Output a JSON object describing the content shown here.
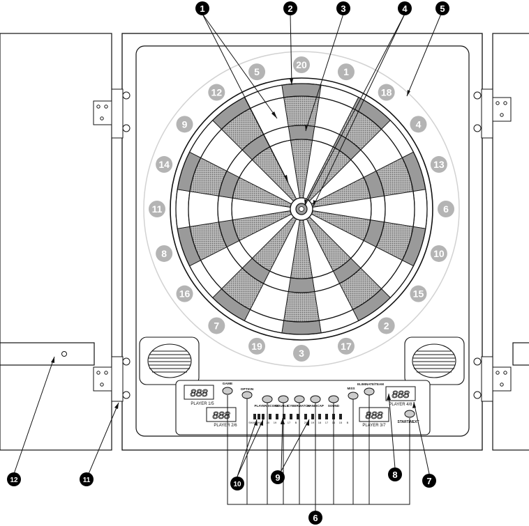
{
  "board_numbers": [
    "20",
    "1",
    "18",
    "4",
    "13",
    "6",
    "10",
    "15",
    "2",
    "17",
    "3",
    "19",
    "7",
    "16",
    "8",
    "11",
    "14",
    "9",
    "12",
    "5"
  ],
  "callouts": [
    "1",
    "2",
    "3",
    "4",
    "5",
    "6",
    "7",
    "8",
    "9",
    "10",
    "11",
    "12"
  ],
  "panel": {
    "game": "GAME",
    "option": "OPTION",
    "player_score": "PLAYER/SCORE",
    "double": "DOUBLE",
    "cyber_match": "CYBERMATCH",
    "handicap": "HANDICAP",
    "sound": "SOUND",
    "miss": "MISS",
    "eliminate_team": "ELIMINATE/TEAM",
    "start_next": "START/NEXT",
    "player_15": "PLAYER 1/5",
    "player_26": "PLAYER 2/6",
    "player_37": "PLAYER 3/7",
    "player_48": "PLAYER 4/8",
    "seg_display": "888",
    "cricket_row": [
      "20",
      "19",
      "18",
      "17",
      "16",
      "15",
      "B",
      "20",
      "19",
      "18",
      "17",
      "16",
      "15",
      "B"
    ],
    "cricket_label": "SHANGHAI"
  },
  "colors": {
    "line": "#111111",
    "segment_gray": "#9a9a9a",
    "number_gray": "#b4b4b4",
    "ring_light": "#d8d8d8",
    "callout_fill": "#000000"
  }
}
